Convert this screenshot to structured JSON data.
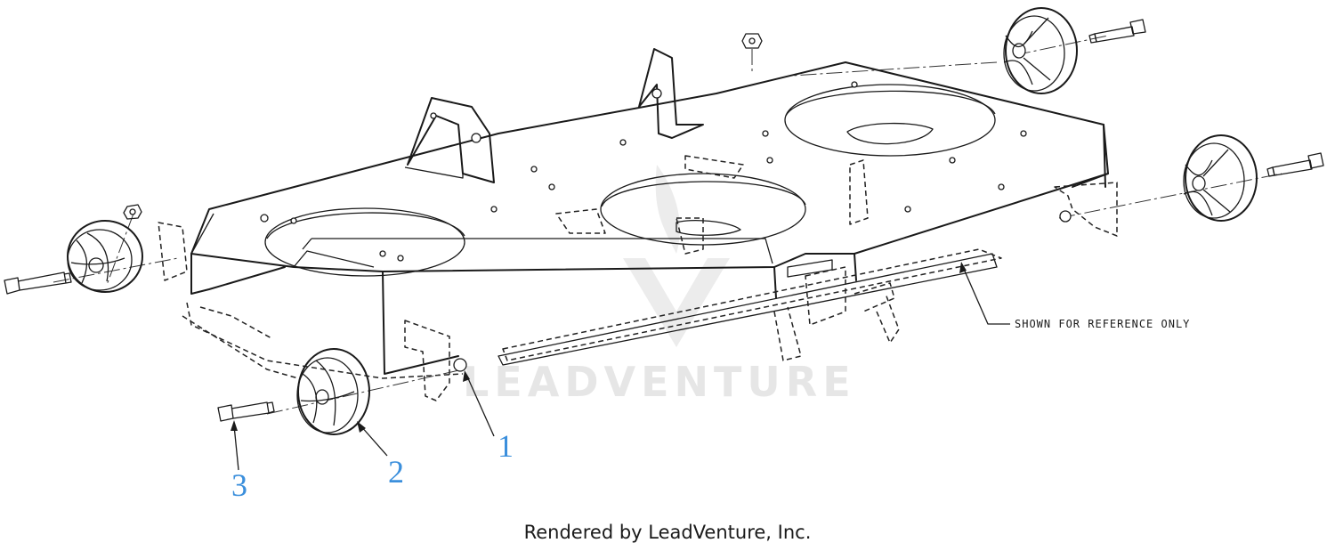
{
  "diagram": {
    "callouts": [
      {
        "label": "1"
      },
      {
        "label": "2"
      },
      {
        "label": "3"
      }
    ],
    "reference_note": "SHOWN FOR REFERENCE ONLY",
    "watermark": "LEADVENTURE",
    "callout_color": "#3b8fdc",
    "line_color": "#1a1a1a"
  },
  "footer": {
    "text": "Rendered by LeadVenture, Inc."
  }
}
